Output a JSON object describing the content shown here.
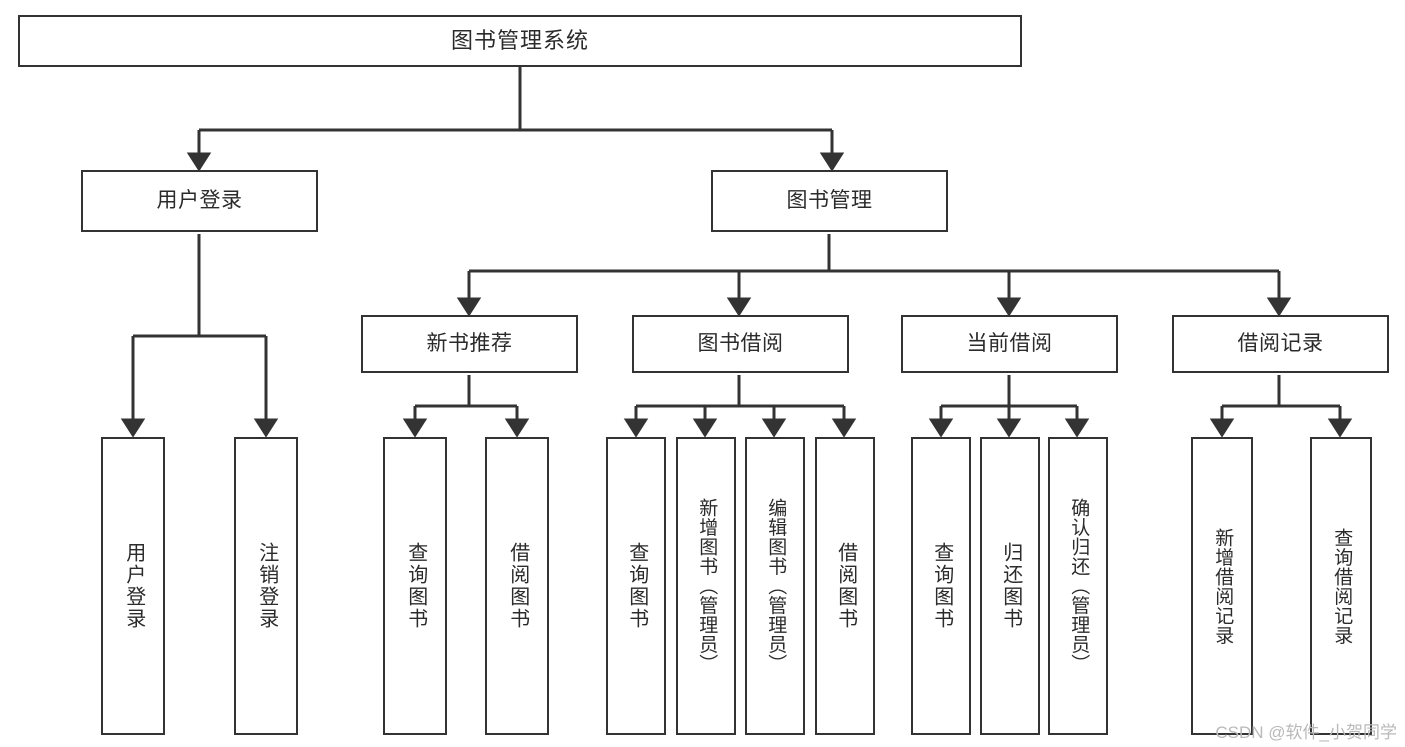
{
  "diagram": {
    "title": "图书管理系统",
    "type": "tree-hierarchy",
    "watermark": "CSDN @软件_小贺同学",
    "colors": {
      "background": "#ffffff",
      "node_border": "#333333",
      "node_fill": "#ffffff",
      "text": "#2b2b2b",
      "edge": "#333333",
      "watermark": "#b9b9b9"
    },
    "levels": {
      "root": "图书管理系统",
      "level2": [
        "用户登录",
        "图书管理"
      ],
      "level3": [
        "新书推荐",
        "图书借阅",
        "当前借阅",
        "借阅记录"
      ]
    },
    "nodes": {
      "root": {
        "label": "图书管理系统"
      },
      "user_login": {
        "label": "用户登录"
      },
      "book_manage": {
        "label": "图书管理"
      },
      "new_book_rec": {
        "label": "新书推荐"
      },
      "book_borrow": {
        "label": "图书借阅"
      },
      "current_borrow": {
        "label": "当前借阅"
      },
      "borrow_record": {
        "label": "借阅记录"
      },
      "leaf_user_login": {
        "label": "用户登录"
      },
      "leaf_logout": {
        "label": "注销登录"
      },
      "leaf_query_book_1": {
        "label": "查询图书"
      },
      "leaf_borrow_book_1": {
        "label": "借阅图书"
      },
      "leaf_query_book_2": {
        "label": "查询图书"
      },
      "leaf_add_book_admin": {
        "label": "新增图书（管理员）"
      },
      "leaf_edit_book_admin": {
        "label": "编辑图书（管理员）"
      },
      "leaf_borrow_book_2": {
        "label": "借阅图书"
      },
      "leaf_query_book_3": {
        "label": "查询图书"
      },
      "leaf_return_book": {
        "label": "归还图书"
      },
      "leaf_confirm_return_admin": {
        "label": "确认归还（管理员）"
      },
      "leaf_add_borrow_record": {
        "label": "新增借阅记录"
      },
      "leaf_query_borrow_record": {
        "label": "查询借阅记录"
      }
    },
    "tree": [
      {
        "label": "图书管理系统",
        "children": [
          {
            "label": "用户登录",
            "children": [
              {
                "label": "用户登录"
              },
              {
                "label": "注销登录"
              }
            ]
          },
          {
            "label": "图书管理",
            "children": [
              {
                "label": "新书推荐",
                "children": [
                  {
                    "label": "查询图书"
                  },
                  {
                    "label": "借阅图书"
                  }
                ]
              },
              {
                "label": "图书借阅",
                "children": [
                  {
                    "label": "查询图书"
                  },
                  {
                    "label": "新增图书（管理员）"
                  },
                  {
                    "label": "编辑图书（管理员）"
                  },
                  {
                    "label": "借阅图书"
                  }
                ]
              },
              {
                "label": "当前借阅",
                "children": [
                  {
                    "label": "查询图书"
                  },
                  {
                    "label": "归还图书"
                  },
                  {
                    "label": "确认归还（管理员）"
                  }
                ]
              },
              {
                "label": "借阅记录",
                "children": [
                  {
                    "label": "新增借阅记录"
                  },
                  {
                    "label": "查询借阅记录"
                  }
                ]
              }
            ]
          }
        ]
      }
    ]
  }
}
